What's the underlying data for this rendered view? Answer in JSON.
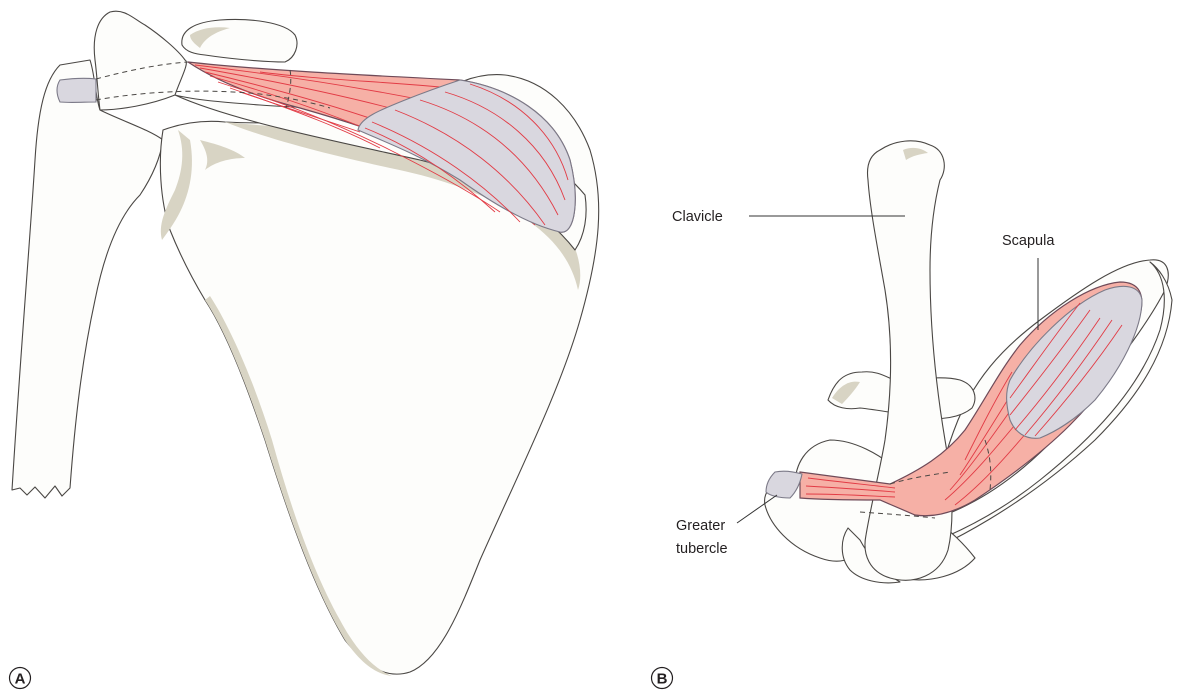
{
  "panels": [
    {
      "id": "A",
      "label": "A"
    },
    {
      "id": "B",
      "label": "B",
      "labels": [
        "Clavicle",
        "Scapula",
        "Greater",
        "tubercle"
      ]
    }
  ],
  "colors": {
    "muscle": "#f6b0a6",
    "fiber": "#e23b45",
    "tendon": "#d9d7df",
    "cartilage": "#d8d4c4",
    "bone": "#fdfdfb"
  }
}
